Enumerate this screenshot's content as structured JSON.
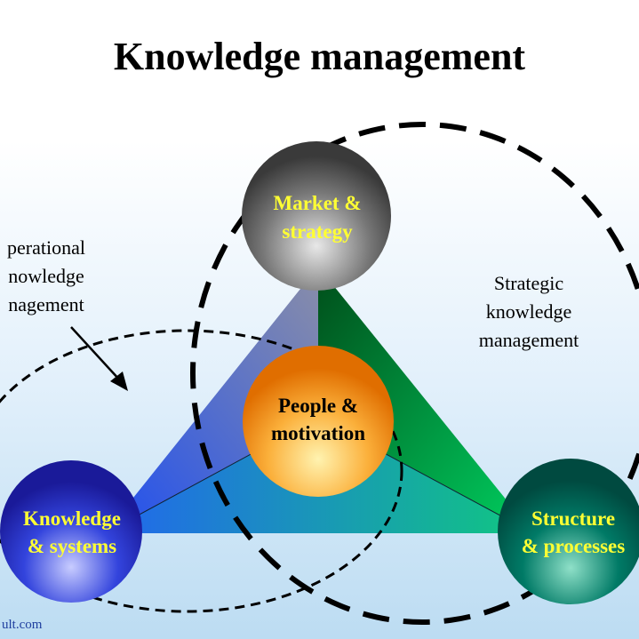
{
  "title": "Knowledge management",
  "nodes": {
    "top": {
      "line1": "Market &",
      "line2": "strategy"
    },
    "center": {
      "line1": "People &",
      "line2": "motivation"
    },
    "left": {
      "line1": "Knowledge",
      "line2": "& systems"
    },
    "right": {
      "line1": "Structure",
      "line2": "& processes"
    }
  },
  "labels": {
    "operational": {
      "line1": "perational",
      "line2": "nowledge",
      "line3": "nagement"
    },
    "strategic": {
      "line1": "Strategic",
      "line2": "knowledge",
      "line3": "management"
    }
  },
  "footer": "ult.com",
  "colors": {
    "accent_text": "#ffff33",
    "left_face": "#2a55e6",
    "right_face": "#00a040",
    "bottom_face": "#1aa0c8",
    "center_node": "#f7a020",
    "top_node": "#707070",
    "left_node": "#2233cc",
    "right_node": "#007060"
  }
}
